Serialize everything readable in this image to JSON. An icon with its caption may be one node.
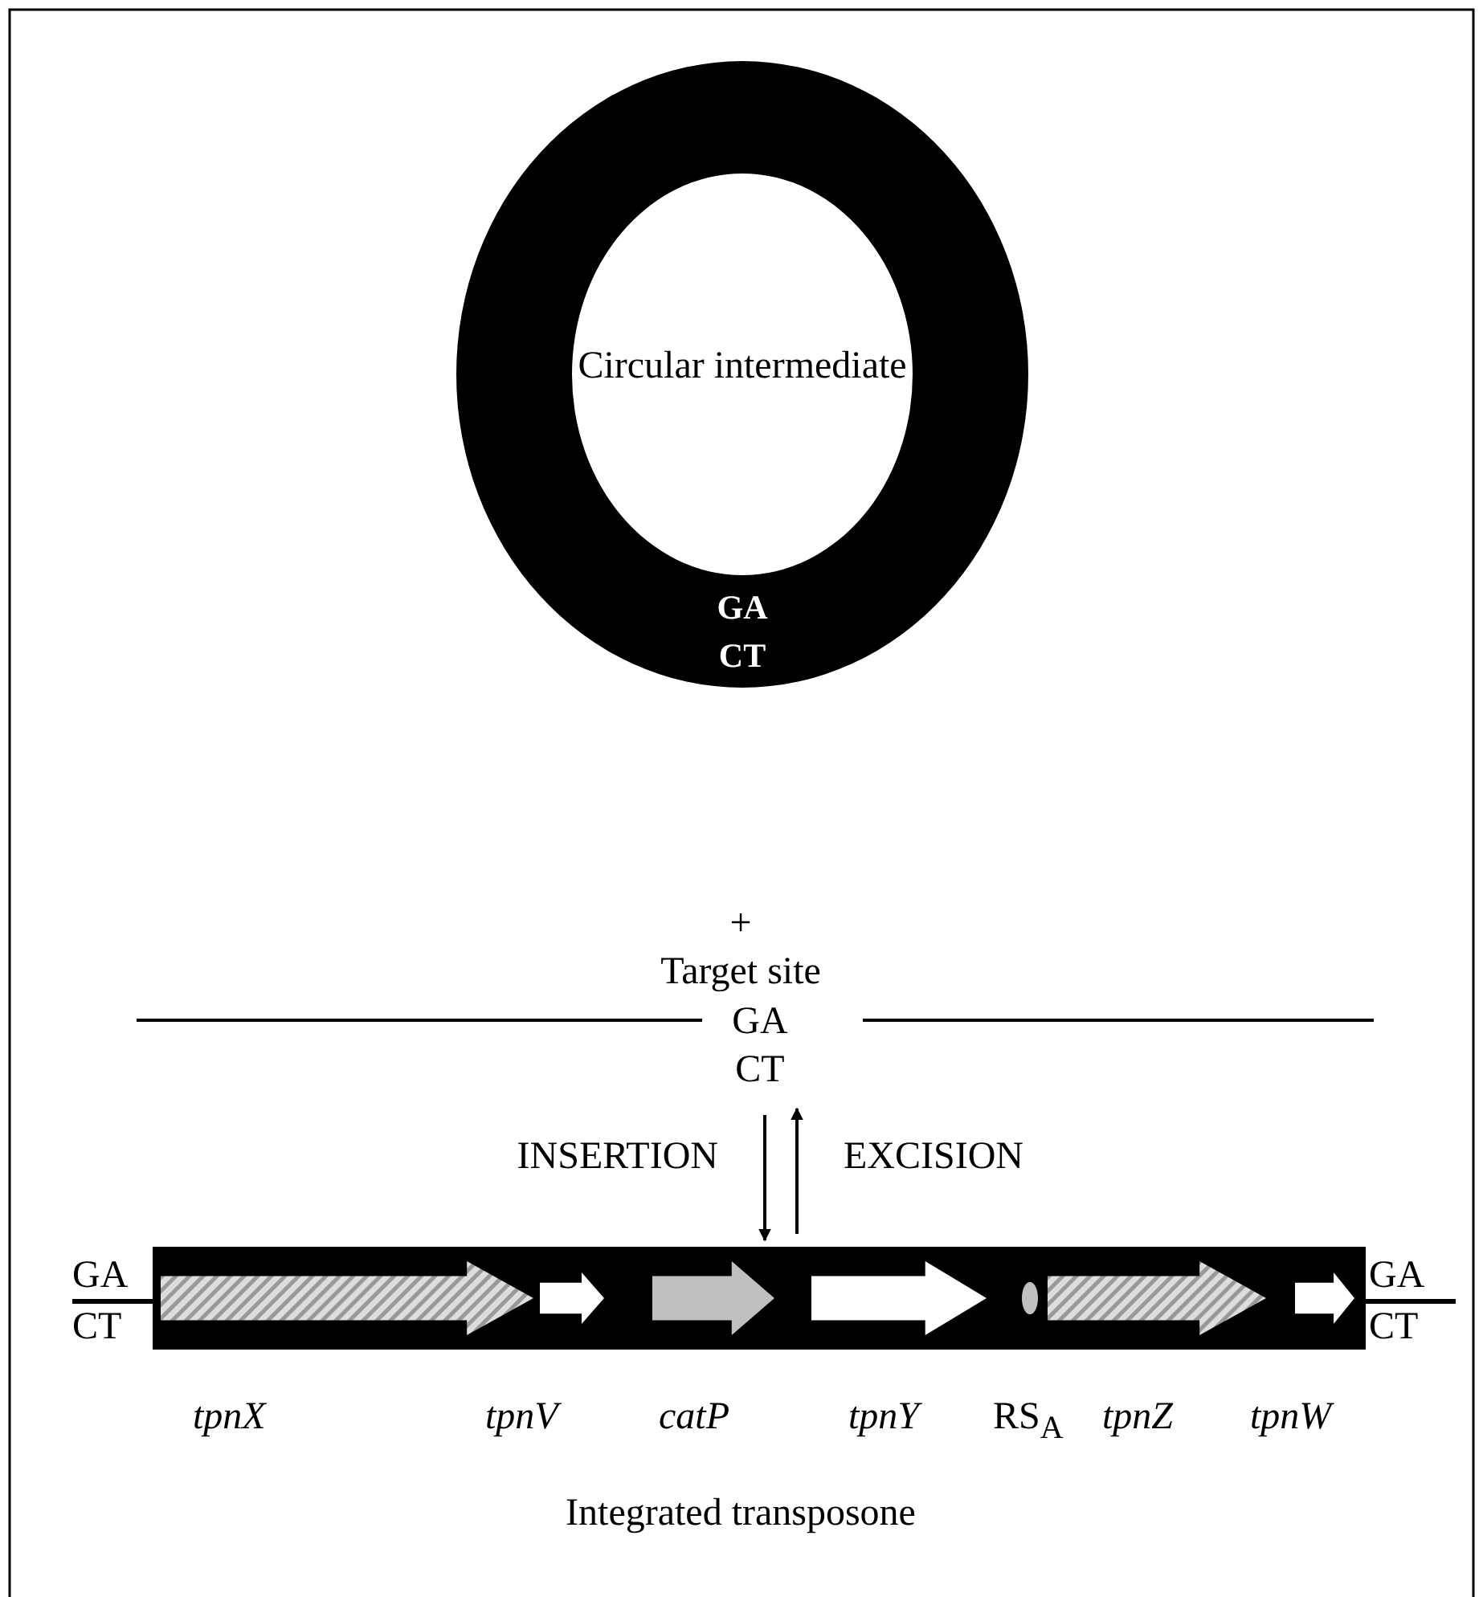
{
  "diagram": {
    "nodes": [
      {
        "text": [
          "Circular intermediate",
          "GA",
          "CT"
        ]
      },
      {
        "text": [
          "Target site",
          "GA",
          "CT"
        ]
      },
      {
        "text": [
          "Integrated transposone"
        ]
      },
      {
        "text": [],
        "shape": "arrow",
        "in": 2,
        "beside": [
          "tpnX"
        ]
      },
      {
        "text": [],
        "shape": "arrow",
        "in": 2,
        "beside": [
          "tpnV"
        ]
      },
      {
        "text": [],
        "shape": "arrow",
        "in": 2,
        "beside": [
          "catP"
        ]
      },
      {
        "text": [],
        "shape": "arrow",
        "in": 2,
        "beside": [
          "tpnY"
        ]
      },
      {
        "text": [],
        "shape": "ellipse",
        "in": 2,
        "beside": [
          "RS$_{A}$"
        ]
      },
      {
        "text": [],
        "shape": "arrow",
        "in": 2,
        "beside": [
          "tpnZ"
        ]
      },
      {
        "text": [],
        "shape": "arrow",
        "in": 2,
        "beside": [
          "tpnW"
        ]
      }
    ],
    "edges": [
      {
        "from": 1,
        "to": 2,
        "arrow": "to",
        "label": "INSERTION"
      },
      {
        "from": 2,
        "to": 1,
        "arrow": "to",
        "label": "EXCISION"
      }
    ],
    "labels": [
      "+",
      "GA",
      "CT",
      "GA",
      "CT"
    ]
  }
}
